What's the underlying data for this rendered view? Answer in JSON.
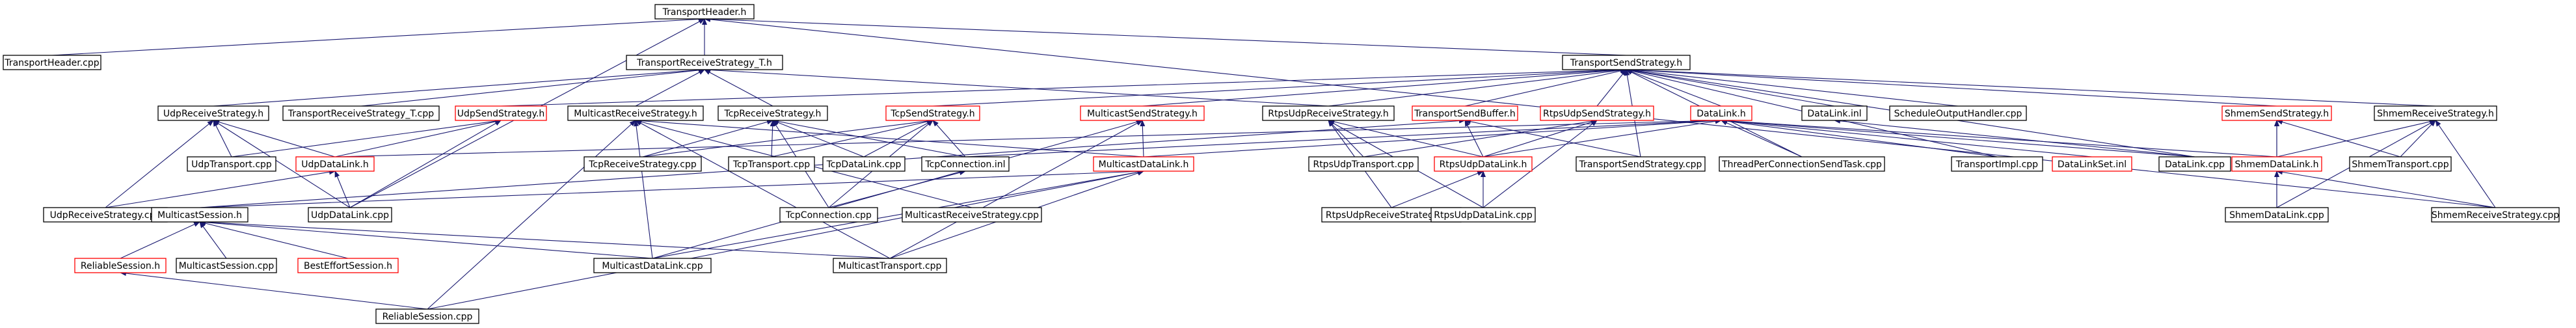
{
  "graph": {
    "title": "",
    "colors": {
      "edge": "#191970",
      "normal_border": "#000000",
      "broken_border": "#ff0000",
      "root_fill": "#bfbfbf",
      "node_fill": "#ffffff"
    },
    "nodes": [
      {
        "id": "n0",
        "label": "TransportHeader.h",
        "status": "root"
      },
      {
        "id": "n1",
        "label": "TransportHeader.cpp",
        "status": "normal"
      },
      {
        "id": "n2",
        "label": "TransportReceiveStrategy_T.h",
        "status": "normal"
      },
      {
        "id": "n3",
        "label": "TransportSendStrategy.h",
        "status": "normal"
      },
      {
        "id": "n4",
        "label": "UdpReceiveStrategy.h",
        "status": "normal"
      },
      {
        "id": "n5",
        "label": "TransportReceiveStrategy_T.cpp",
        "status": "normal"
      },
      {
        "id": "n6",
        "label": "UdpSendStrategy.h",
        "status": "broken"
      },
      {
        "id": "n7",
        "label": "MulticastReceiveStrategy.h",
        "status": "normal"
      },
      {
        "id": "n8",
        "label": "TcpReceiveStrategy.h",
        "status": "normal"
      },
      {
        "id": "n9",
        "label": "TcpSendStrategy.h",
        "status": "broken"
      },
      {
        "id": "n10",
        "label": "MulticastSendStrategy.h",
        "status": "broken"
      },
      {
        "id": "n11",
        "label": "RtpsUdpReceiveStrategy.h",
        "status": "normal"
      },
      {
        "id": "n12",
        "label": "TransportSendBuffer.h",
        "status": "broken"
      },
      {
        "id": "n13",
        "label": "RtpsUdpSendStrategy.h",
        "status": "broken"
      },
      {
        "id": "n14",
        "label": "DataLink.h",
        "status": "broken"
      },
      {
        "id": "n15",
        "label": "DataLink.inl",
        "status": "normal"
      },
      {
        "id": "n16",
        "label": "ScheduleOutputHandler.cpp",
        "status": "normal"
      },
      {
        "id": "n17",
        "label": "ShmemSendStrategy.h",
        "status": "broken"
      },
      {
        "id": "n18",
        "label": "ShmemReceiveStrategy.h",
        "status": "normal"
      },
      {
        "id": "n19",
        "label": "UdpTransport.cpp",
        "status": "normal"
      },
      {
        "id": "n20",
        "label": "UdpDataLink.h",
        "status": "broken"
      },
      {
        "id": "n21",
        "label": "TcpReceiveStrategy.cpp",
        "status": "normal"
      },
      {
        "id": "n22",
        "label": "TcpTransport.cpp",
        "status": "normal"
      },
      {
        "id": "n23",
        "label": "TcpDataLink.cpp",
        "status": "normal"
      },
      {
        "id": "n24",
        "label": "TcpConnection.inl",
        "status": "normal"
      },
      {
        "id": "n25",
        "label": "MulticastDataLink.h",
        "status": "broken"
      },
      {
        "id": "n26",
        "label": "RtpsUdpTransport.cpp",
        "status": "normal"
      },
      {
        "id": "n27",
        "label": "RtpsUdpDataLink.h",
        "status": "broken"
      },
      {
        "id": "n28",
        "label": "TransportSendStrategy.cpp",
        "status": "normal"
      },
      {
        "id": "n29",
        "label": "ThreadPerConnectionSendTask.cpp",
        "status": "normal"
      },
      {
        "id": "n30",
        "label": "TransportImpl.cpp",
        "status": "normal"
      },
      {
        "id": "n31",
        "label": "DataLinkSet.inl",
        "status": "broken"
      },
      {
        "id": "n32",
        "label": "DataLink.cpp",
        "status": "normal"
      },
      {
        "id": "n33",
        "label": "ShmemDataLink.h",
        "status": "broken"
      },
      {
        "id": "n34",
        "label": "ShmemTransport.cpp",
        "status": "normal"
      },
      {
        "id": "n35",
        "label": "UdpReceiveStrategy.cpp",
        "status": "normal"
      },
      {
        "id": "n36",
        "label": "MulticastSession.h",
        "status": "normal"
      },
      {
        "id": "n37",
        "label": "UdpDataLink.cpp",
        "status": "normal"
      },
      {
        "id": "n38",
        "label": "TcpConnection.cpp",
        "status": "normal"
      },
      {
        "id": "n39",
        "label": "MulticastReceiveStrategy.cpp",
        "status": "normal"
      },
      {
        "id": "n40",
        "label": "RtpsUdpReceiveStrategy.cpp",
        "status": "normal"
      },
      {
        "id": "n41",
        "label": "RtpsUdpDataLink.cpp",
        "status": "normal"
      },
      {
        "id": "n42",
        "label": "ShmemDataLink.cpp",
        "status": "normal"
      },
      {
        "id": "n43",
        "label": "ShmemReceiveStrategy.cpp",
        "status": "normal"
      },
      {
        "id": "n44",
        "label": "ReliableSession.h",
        "status": "broken"
      },
      {
        "id": "n45",
        "label": "MulticastSession.cpp",
        "status": "normal"
      },
      {
        "id": "n46",
        "label": "BestEffortSession.h",
        "status": "broken"
      },
      {
        "id": "n47",
        "label": "MulticastDataLink.cpp",
        "status": "normal"
      },
      {
        "id": "n48",
        "label": "MulticastTransport.cpp",
        "status": "normal"
      },
      {
        "id": "n49",
        "label": "ReliableSession.cpp",
        "status": "normal"
      }
    ],
    "edges": [
      [
        "n0",
        "n1"
      ],
      [
        "n0",
        "n2"
      ],
      [
        "n0",
        "n3"
      ],
      [
        "n0",
        "n37"
      ],
      [
        "n0",
        "n43"
      ],
      [
        "n2",
        "n4"
      ],
      [
        "n2",
        "n5"
      ],
      [
        "n2",
        "n7"
      ],
      [
        "n2",
        "n8"
      ],
      [
        "n2",
        "n11"
      ],
      [
        "n3",
        "n6"
      ],
      [
        "n3",
        "n9"
      ],
      [
        "n3",
        "n10"
      ],
      [
        "n3",
        "n11"
      ],
      [
        "n3",
        "n12"
      ],
      [
        "n3",
        "n13"
      ],
      [
        "n3",
        "n14"
      ],
      [
        "n3",
        "n15"
      ],
      [
        "n3",
        "n16"
      ],
      [
        "n3",
        "n17"
      ],
      [
        "n3",
        "n18"
      ],
      [
        "n3",
        "n28"
      ],
      [
        "n3",
        "n29"
      ],
      [
        "n3",
        "n30"
      ],
      [
        "n3",
        "n32"
      ],
      [
        "n4",
        "n19"
      ],
      [
        "n4",
        "n20"
      ],
      [
        "n4",
        "n35"
      ],
      [
        "n4",
        "n37"
      ],
      [
        "n6",
        "n19"
      ],
      [
        "n6",
        "n20"
      ],
      [
        "n6",
        "n37"
      ],
      [
        "n7",
        "n25"
      ],
      [
        "n7",
        "n39"
      ],
      [
        "n7",
        "n47"
      ],
      [
        "n7",
        "n48"
      ],
      [
        "n7",
        "n49"
      ],
      [
        "n8",
        "n21"
      ],
      [
        "n8",
        "n22"
      ],
      [
        "n8",
        "n23"
      ],
      [
        "n8",
        "n24"
      ],
      [
        "n8",
        "n38"
      ],
      [
        "n9",
        "n21"
      ],
      [
        "n9",
        "n22"
      ],
      [
        "n9",
        "n23"
      ],
      [
        "n9",
        "n24"
      ],
      [
        "n9",
        "n38"
      ],
      [
        "n10",
        "n25"
      ],
      [
        "n10",
        "n47"
      ],
      [
        "n10",
        "n48"
      ],
      [
        "n11",
        "n26"
      ],
      [
        "n11",
        "n27"
      ],
      [
        "n11",
        "n40"
      ],
      [
        "n11",
        "n41"
      ],
      [
        "n12",
        "n27"
      ],
      [
        "n12",
        "n28"
      ],
      [
        "n12",
        "n36"
      ],
      [
        "n13",
        "n26"
      ],
      [
        "n13",
        "n27"
      ],
      [
        "n13",
        "n41"
      ],
      [
        "n14",
        "n20"
      ],
      [
        "n14",
        "n24"
      ],
      [
        "n14",
        "n25"
      ],
      [
        "n14",
        "n27"
      ],
      [
        "n14",
        "n29"
      ],
      [
        "n14",
        "n30"
      ],
      [
        "n14",
        "n31"
      ],
      [
        "n14",
        "n32"
      ],
      [
        "n14",
        "n33"
      ],
      [
        "n15",
        "n32"
      ],
      [
        "n17",
        "n33"
      ],
      [
        "n17",
        "n34"
      ],
      [
        "n17",
        "n42"
      ],
      [
        "n18",
        "n33"
      ],
      [
        "n18",
        "n34"
      ],
      [
        "n18",
        "n42"
      ],
      [
        "n18",
        "n43"
      ],
      [
        "n20",
        "n35"
      ],
      [
        "n20",
        "n37"
      ],
      [
        "n24",
        "n38"
      ],
      [
        "n25",
        "n36"
      ],
      [
        "n25",
        "n47"
      ],
      [
        "n25",
        "n48"
      ],
      [
        "n25",
        "n49"
      ],
      [
        "n27",
        "n40"
      ],
      [
        "n27",
        "n41"
      ],
      [
        "n33",
        "n42"
      ],
      [
        "n33",
        "n43"
      ],
      [
        "n36",
        "n44"
      ],
      [
        "n36",
        "n45"
      ],
      [
        "n36",
        "n46"
      ],
      [
        "n36",
        "n47"
      ],
      [
        "n36",
        "n48"
      ],
      [
        "n44",
        "n49"
      ]
    ]
  }
}
